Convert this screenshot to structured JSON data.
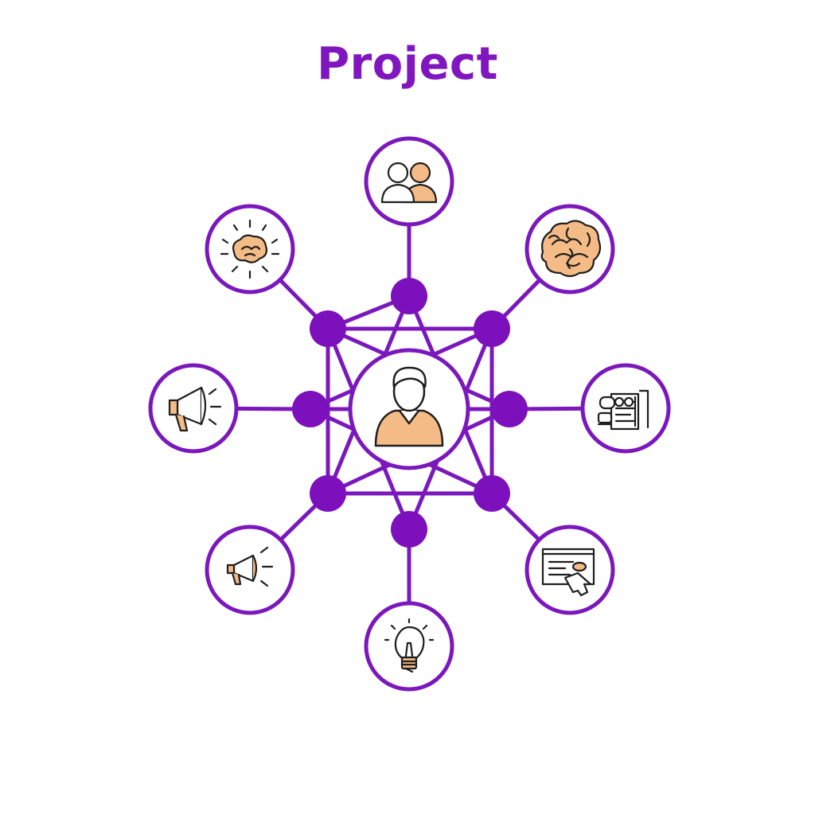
{
  "header": {
    "title": "Project"
  },
  "colors": {
    "title": "#7f16bf",
    "line": "#7b18bd",
    "hub": "#7d10bd",
    "node_fill": "#ffffff",
    "icon_stroke": "#1e1e1e",
    "icon_fill": "#f4bb86"
  },
  "center": {
    "icon": "person-icon"
  },
  "satellites": [
    {
      "id": "team",
      "icon": "team-icon"
    },
    {
      "id": "brain",
      "icon": "brain-icon"
    },
    {
      "id": "document",
      "icon": "document-icon"
    },
    {
      "id": "screen",
      "icon": "screen-touch-icon"
    },
    {
      "id": "lightbulb",
      "icon": "lightbulb-icon"
    },
    {
      "id": "megaphone-small",
      "icon": "megaphone-icon"
    },
    {
      "id": "megaphone-large",
      "icon": "megaphone-icon"
    },
    {
      "id": "idea-brain",
      "icon": "brain-idea-icon"
    }
  ]
}
